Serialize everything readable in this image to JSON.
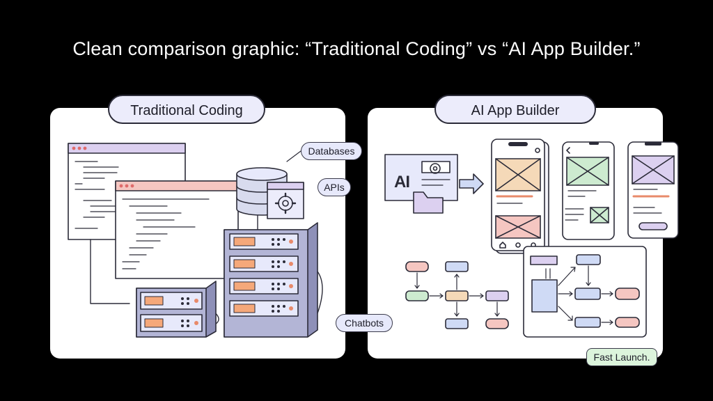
{
  "headline": "Clean comparison graphic: “Traditional Coding” vs “AI App Builder.”",
  "left_panel": {
    "title": "Traditional Coding",
    "labels": {
      "databases": "Databases",
      "apis": "APIs",
      "chatbots": "Chatbots"
    },
    "icons": [
      "code-editor-icon",
      "database-icon",
      "gear-icon",
      "server-rack-icon"
    ]
  },
  "right_panel": {
    "title": "AI App Builder",
    "ai_badge": "AI",
    "badge": "Fast Launch.",
    "icons": [
      "ai-builder-icon",
      "gear-icon",
      "arrow-right-icon",
      "phone-mockup-icon",
      "flowchart-icon"
    ]
  },
  "colors": {
    "background": "#000000",
    "panel": "#ffffff",
    "lavender": "#ececfb",
    "orange": "#f5d9b8",
    "green": "#cdebd0",
    "purple": "#dcd0f0",
    "blue": "#cfdaf5",
    "pink": "#f5c6c1",
    "badge_green": "#dcf4dc"
  }
}
